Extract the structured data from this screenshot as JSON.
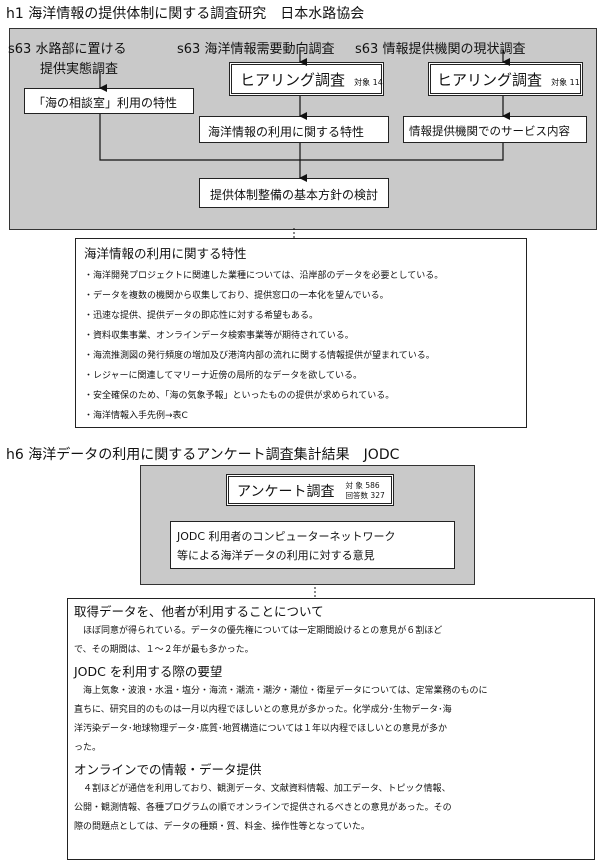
{
  "section1": {
    "heading": "h1 海洋情報の提供体制に関する調査研究　日本水路協会",
    "col_left_title_1": "s63 水路部に置ける",
    "col_left_title_2": "提供実態調査",
    "col_mid_title": "s63 海洋情報需要動向調査",
    "col_right_title": "s63 情報提供機関の現状調査",
    "box_left": "「海の相談室」利用の特性",
    "hearing_mid_label": "ヒアリング調査",
    "hearing_mid_count": "対象 14",
    "hearing_right_label": "ヒアリング調査",
    "hearing_right_count": "対象 11",
    "box_mid_result": "海洋情報の利用に関する特性",
    "box_right_result": "情報提供機関でのサービス内容",
    "box_policy": "提供体制整備の基本方針の検討"
  },
  "characteristics": {
    "title": "海洋情報の利用に関する特性",
    "items": [
      "・海洋開発プロジェクトに関連した業種については、沿岸部のデータを必要としている。",
      "・データを複数の機関から収集しており、提供窓口の一本化を望んでいる。",
      "・迅速な提供、提供データの即応性に対する希望もある。",
      "・資料収集事業、オンラインデータ検索事業等が期待されている。",
      "・海流推測図の発行頻度の増加及び港湾内部の流れに関する情報提供が望まれている。",
      "・レジャーに関連してマリーナ近傍の局所的なデータを欲している。",
      "・安全確保のため、「海の気象予報」といったものの提供が求められている。",
      "・海洋情報入手先例→表C"
    ]
  },
  "section2": {
    "heading": "h6 海洋データの利用に関するアンケート調査集計結果　JODC",
    "survey_label": "アンケート調査",
    "survey_target": "対 象 586",
    "survey_responses": "回答数 327",
    "jodc_line_1": "JODC 利用者のコンピューターネットワーク",
    "jodc_line_2": "等による海洋データの利用に対する意見"
  },
  "results": {
    "block1_title": "取得データを、他者が利用することについて",
    "block1_text_1": "　ほぼ同意が得られている。データの優先権については一定期間設けるとの意見が６割ほど",
    "block1_text_2": "で、その期間は、１～２年が最も多かった。",
    "block2_title": "JODC を利用する際の要望",
    "block2_text_1": "　海上気象・波浪・水温・塩分・海流・潮流・潮汐・潮位・衛星データについては、定常業務のものに",
    "block2_text_2": "直ちに、研究目的のものは一月以内程でほしいとの意見が多かった。化学成分･生物データ･海",
    "block2_text_3": "洋汚染データ･地球物理データ･底質･地質構造については１年以内程でほしいとの意見が多か",
    "block2_text_4": "った。",
    "block3_title": "オンラインでの情報・データ提供",
    "block3_text_1": "　４割ほどが通信を利用しており、観測データ、文献資料情報、加工データ、トピック情報、",
    "block3_text_2": "公開・観測情報、各種プログラムの順でオンラインで提供されるべきとの意見があった。その",
    "block3_text_3": "際の問題点としては、データの種類・質、料金、操作性等となっていた。"
  }
}
